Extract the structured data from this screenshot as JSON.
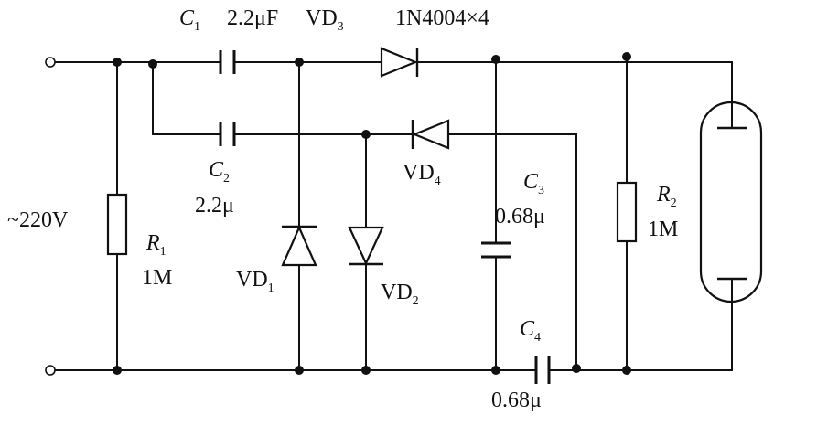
{
  "source": {
    "label": "~220V"
  },
  "resistors": [
    {
      "ref": "R",
      "sub": "1",
      "value": "1M"
    },
    {
      "ref": "R",
      "sub": "2",
      "value": "1M"
    }
  ],
  "capacitors": [
    {
      "ref": "C",
      "sub": "1",
      "value": "2.2μF"
    },
    {
      "ref": "C",
      "sub": "2",
      "value": "2.2μ"
    },
    {
      "ref": "C",
      "sub": "3",
      "value": "0.68μ"
    },
    {
      "ref": "C",
      "sub": "4",
      "value": "0.68μ"
    }
  ],
  "diodes": [
    {
      "ref": "VD",
      "sub": "1"
    },
    {
      "ref": "VD",
      "sub": "2"
    },
    {
      "ref": "VD",
      "sub": "3",
      "value": "1N4004×4"
    },
    {
      "ref": "VD",
      "sub": "4"
    }
  ]
}
